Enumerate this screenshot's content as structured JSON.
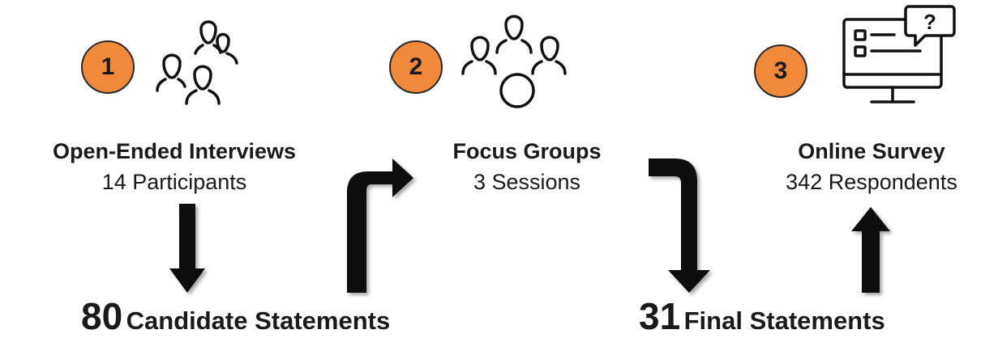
{
  "steps": [
    {
      "number": "1",
      "title": "Open-Ended Interviews",
      "subtitle": "14 Participants",
      "icon": "people-group-icon"
    },
    {
      "number": "2",
      "title": "Focus Groups",
      "subtitle": "3 Sessions",
      "icon": "focus-group-icon"
    },
    {
      "number": "3",
      "title": "Online Survey",
      "subtitle": "342 Respondents",
      "icon": "online-survey-monitor-icon"
    }
  ],
  "statements": [
    {
      "count": "80",
      "label": "Candidate Statements"
    },
    {
      "count": "31",
      "label": "Final Statements"
    }
  ],
  "colors": {
    "badge": "#f08a3a",
    "arrow": "#111111",
    "text": "#1a1a1a"
  }
}
